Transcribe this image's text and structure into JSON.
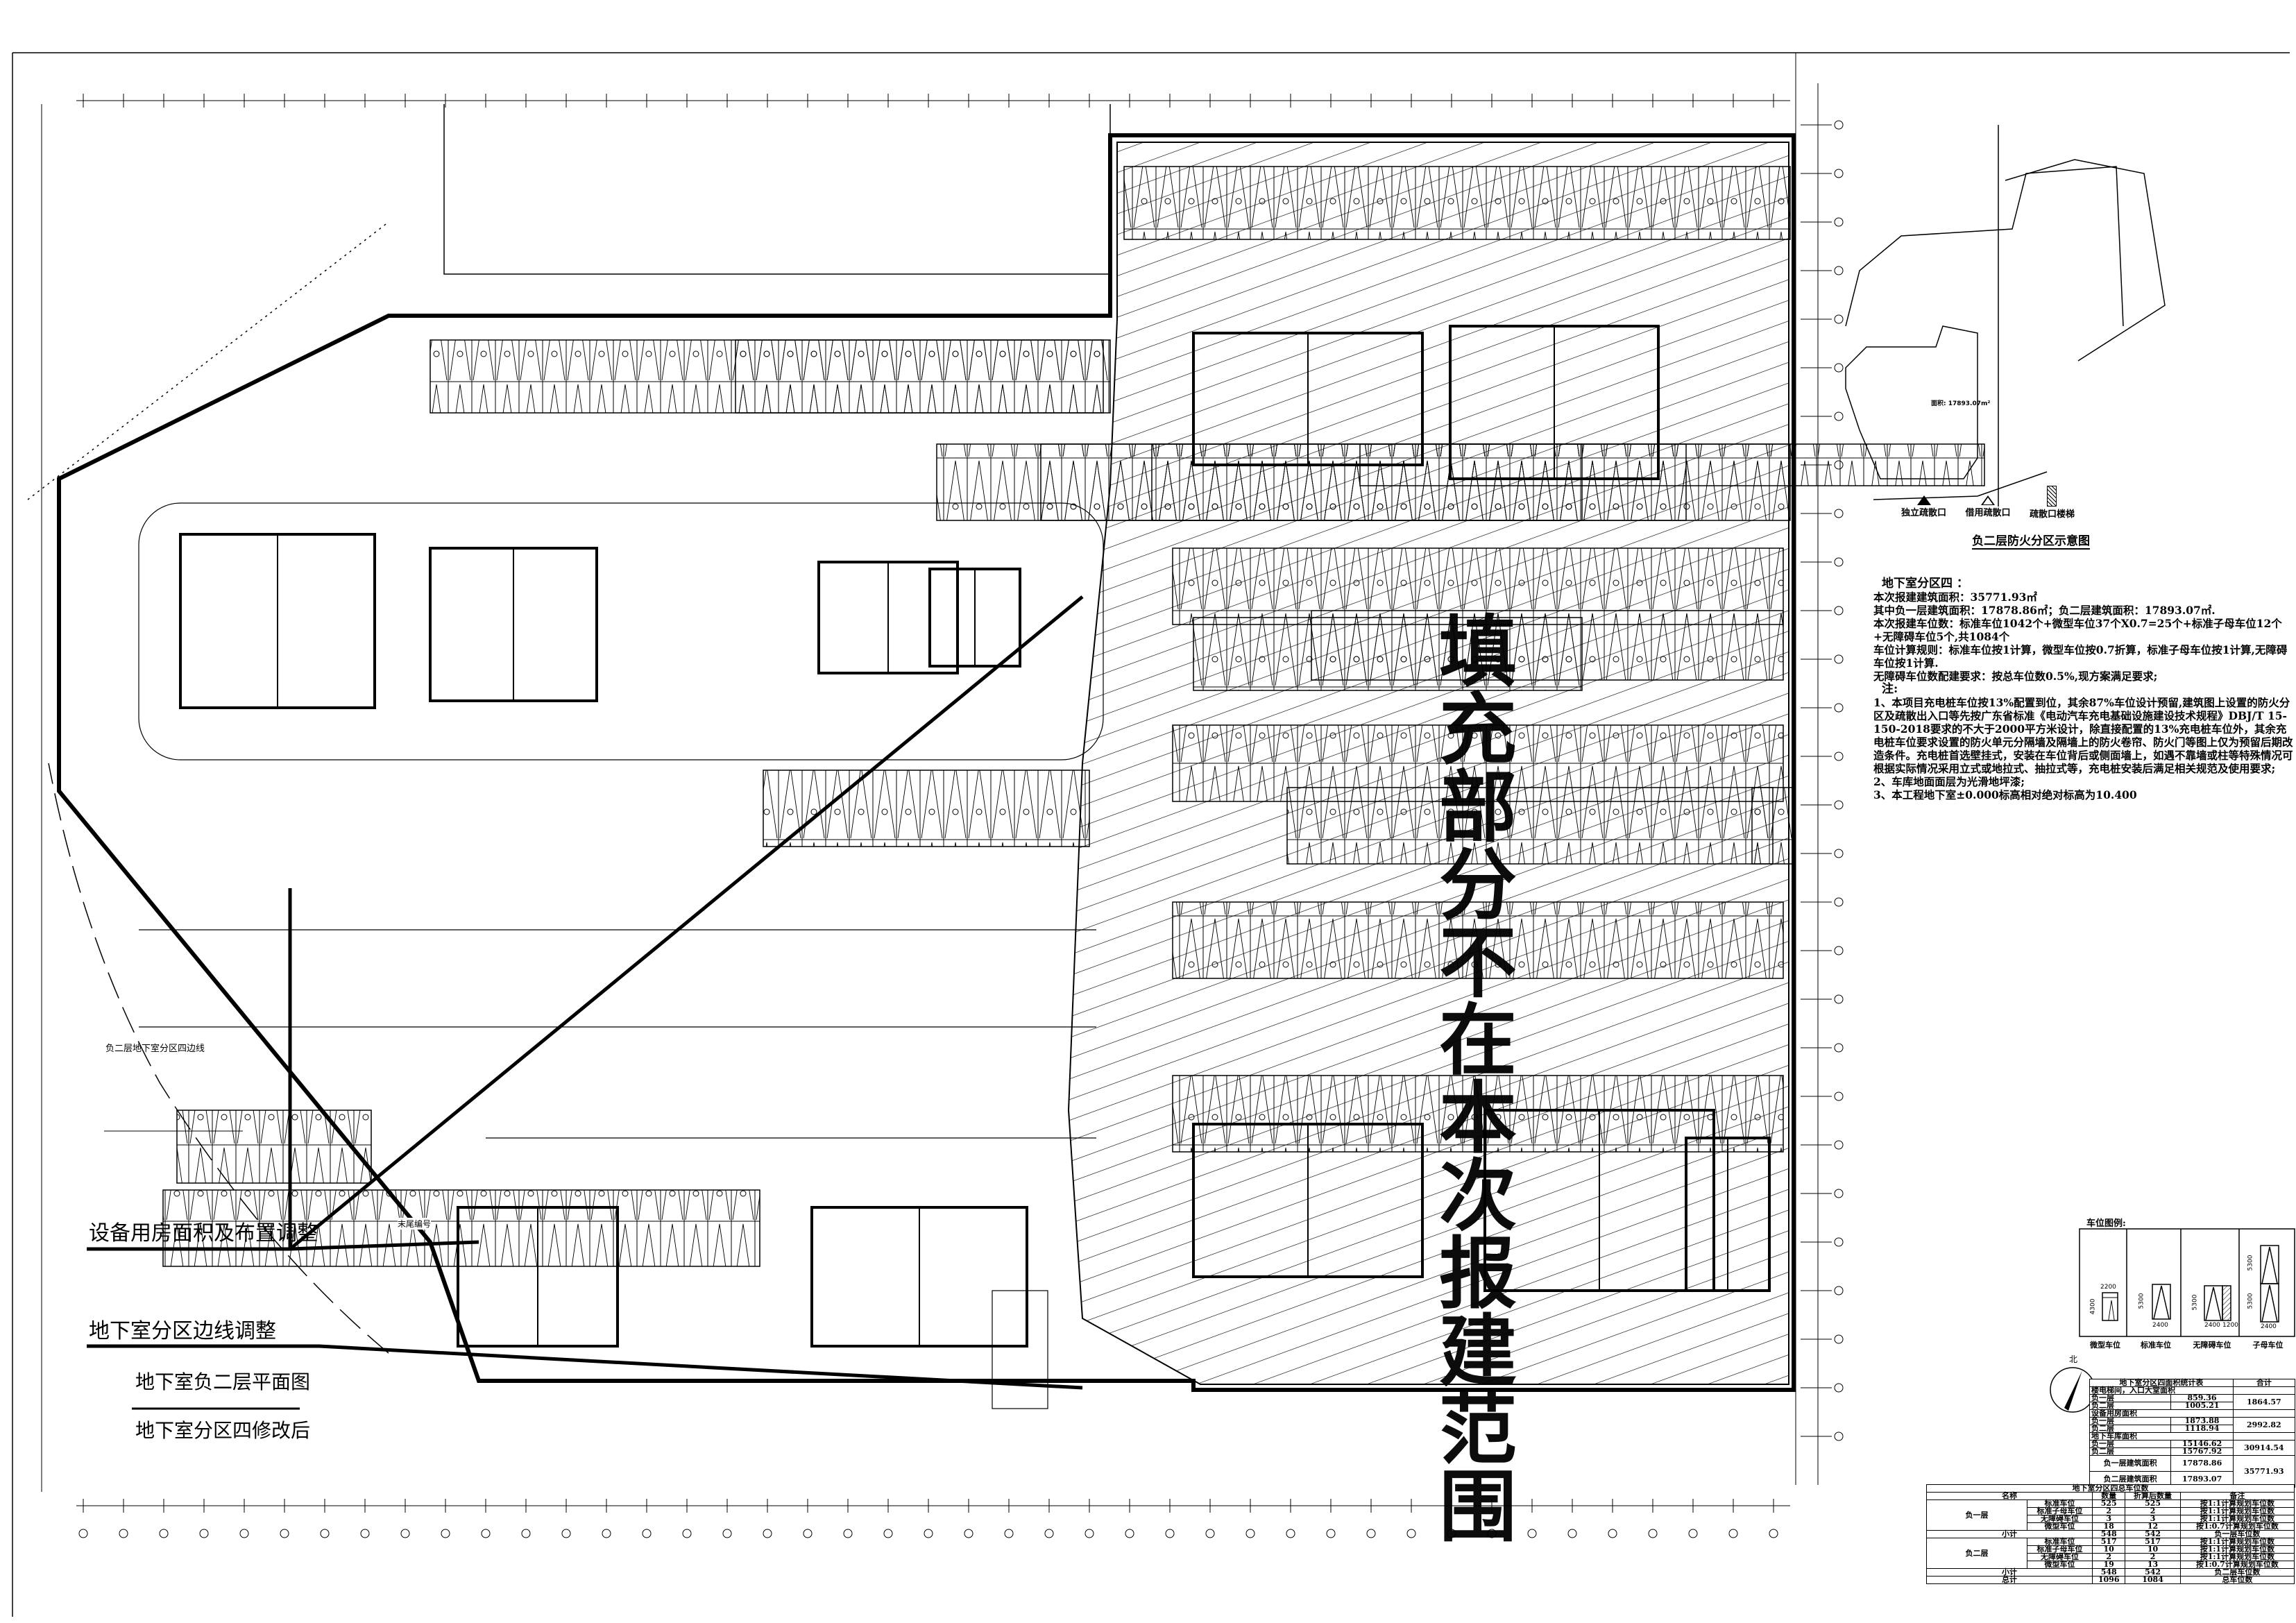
{
  "drawing": {
    "title": "地下室负二层平面图",
    "subtitle": "地下室分区四修改后",
    "watermark": "填充部分不在本次报建范围",
    "annotations": {
      "equipment_rooms": "设备用房面积及布置调整",
      "zone_boundary": "地下室分区边线调整",
      "b2_zone_line": "负二层地下室分区四边线",
      "end_number": "末尾编号"
    }
  },
  "keymap": {
    "title": "负二层防火分区示意图",
    "area_label": "面积: 17893.07m²",
    "legend": [
      {
        "label": "独立疏散口",
        "icon": "solid-triangle-icon"
      },
      {
        "label": "借用疏散口",
        "icon": "hollow-triangle-icon"
      },
      {
        "label": "疏散口楼梯",
        "icon": "hatched-stair-icon"
      }
    ]
  },
  "notes": {
    "heading": "地下室分区四 ：",
    "lines": [
      "本次报建建筑面积：35771.93㎡",
      "其中负一层建筑面积：17878.86㎡；负二层建筑面积：17893.07㎡.",
      "本次报建车位数：标准车位1042个+微型车位37个X0.7=25个+标准子母车位12个+无障碍车位5个,共1084个",
      "车位计算规则：标准车位按1计算，微型车位按0.7折算，标准子母车位按1计算,无障碍车位按1计算.",
      "无障碍车位数配建要求：按总车位数0.5%,现方案满足要求;"
    ],
    "note_heading": "注:",
    "items": [
      "1、本项目充电桩车位按13%配置到位，其余87%车位设计预留,建筑图上设置的防火分区及疏散出入口等先按广东省标准《电动汽车充电基础设施建设技术规程》DBJ/T 15-150-2018要求的不大于2000平方米设计，除直接配置的13%充电桩车位外，其余充电桩车位要求设置的防火单元分隔墙及隔墙上的防火卷帘、防火门等图上仅为预留后期改造条件。充电桩首选壁挂式，安装在车位背后或侧面墙上，如遇不靠墙或柱等特殊情况可根据实际情况采用立式或地拉式、抽拉式等，充电桩安装后满足相关规范及使用要求;",
      "2、车库地面面层为光滑地坪漆;",
      "3、本工程地下室±0.000标高相对绝对标高为10.400"
    ]
  },
  "stall_legend": {
    "title": "车位图例:",
    "items": [
      {
        "label": "微型车位",
        "dims": [
          "2200",
          "4300"
        ]
      },
      {
        "label": "标准车位",
        "dims": [
          "2400",
          "5300"
        ]
      },
      {
        "label": "无障碍车位",
        "dims": [
          "2400",
          "1200",
          "5300"
        ]
      },
      {
        "label": "子母车位",
        "dims": [
          "2400",
          "5300",
          "5300"
        ]
      }
    ]
  },
  "north": "北",
  "area_table": {
    "title": "地下室分区四面积统计表",
    "total_header": "合计",
    "groups": [
      {
        "name": "楼电梯间，入口大堂面积",
        "rows": [
          [
            "负一层",
            "859.36"
          ],
          [
            "负二层",
            "1005.21"
          ]
        ],
        "total": "1864.57"
      },
      {
        "name": "设备用房面积",
        "rows": [
          [
            "负一层",
            "1873.88"
          ],
          [
            "负二层",
            "1118.94"
          ]
        ],
        "total": "2992.82"
      },
      {
        "name": "地下车库面积",
        "rows": [
          [
            "负一层",
            "15146.62"
          ],
          [
            "负二层",
            "15767.92"
          ]
        ],
        "total": "30914.54"
      }
    ],
    "floors": [
      [
        "负一层建筑面积",
        "17878.86"
      ],
      [
        "负二层建筑面积",
        "17893.07"
      ]
    ],
    "grand_total": "35771.93"
  },
  "parking_table": {
    "title": "地下室分区四总车位数",
    "headers": [
      "名称",
      "数量",
      "折算后数量",
      "备注"
    ],
    "floors": [
      {
        "name": "负一层",
        "rows": [
          [
            "标准车位",
            "525",
            "525",
            "按1:1计算规划车位数"
          ],
          [
            "标准子母车位",
            "2",
            "2",
            "按1:1计算规划车位数"
          ],
          [
            "无障碍车位",
            "3",
            "3",
            "按1:1计算规划车位数"
          ],
          [
            "微型车位",
            "18",
            "12",
            "按1:0.7计算规划车位数"
          ]
        ],
        "subtotal": [
          "小计",
          "548",
          "542",
          "负一层车位数"
        ]
      },
      {
        "name": "负二层",
        "rows": [
          [
            "标准车位",
            "517",
            "517",
            "按1:1计算规划车位数"
          ],
          [
            "标准子母车位",
            "10",
            "10",
            "按1:1计算规划车位数"
          ],
          [
            "无障碍车位",
            "2",
            "2",
            "按1:1计算规划车位数"
          ],
          [
            "微型车位",
            "19",
            "13",
            "按1:0.7计算规划车位数"
          ]
        ],
        "subtotal": [
          "小计",
          "548",
          "542",
          "负二层车位数"
        ]
      }
    ],
    "total": [
      "总计",
      "1096",
      "1084",
      "总车位数"
    ]
  }
}
